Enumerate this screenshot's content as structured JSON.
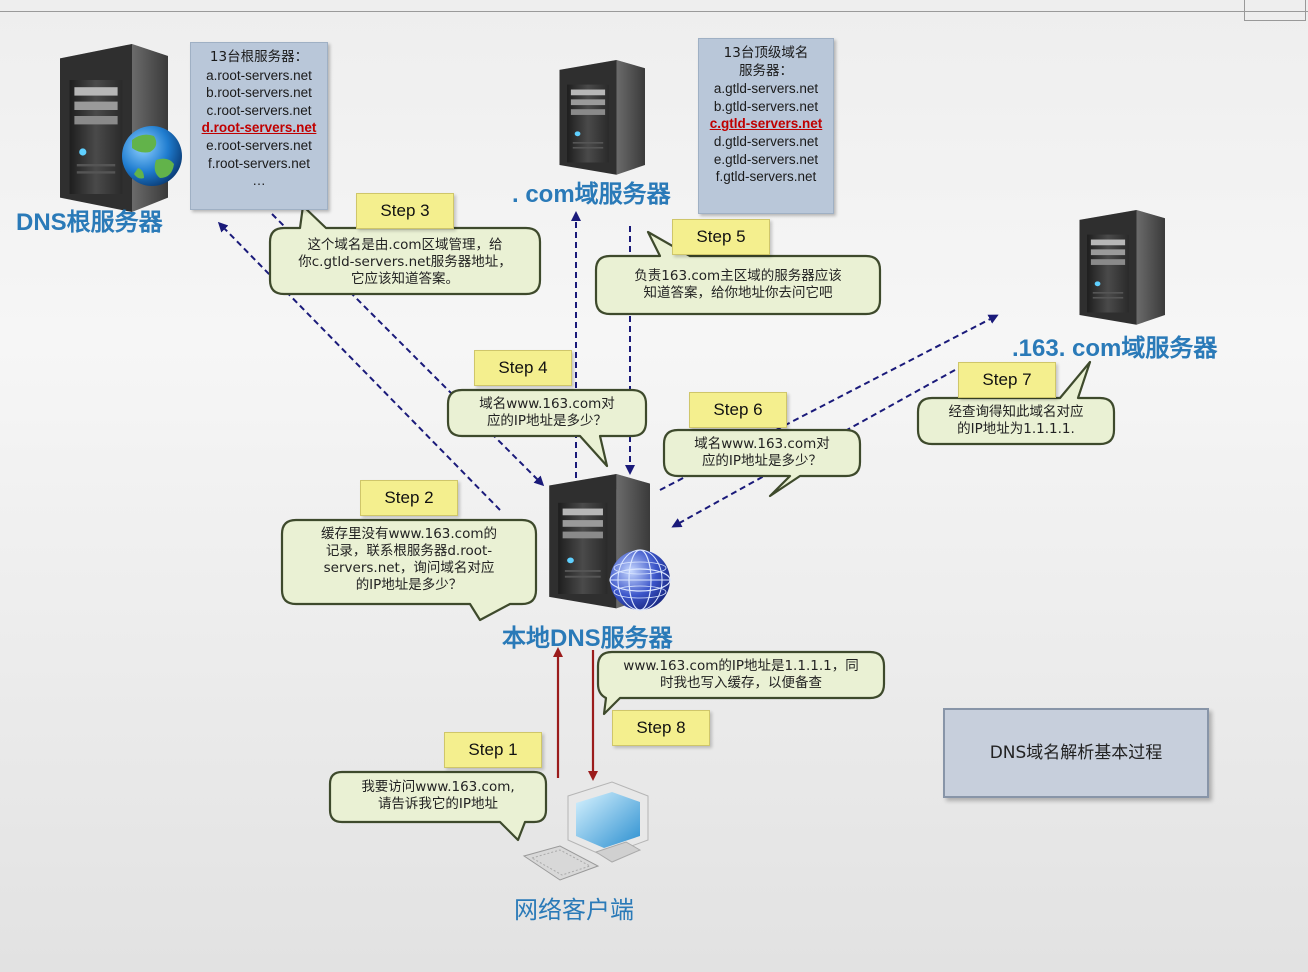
{
  "labels": {
    "root_server": "DNS根服务器",
    "com_server": ". com域服务器",
    "s163_server": ".163. com域服务器",
    "local_server": "本地DNS服务器",
    "client": "网络客户端"
  },
  "root_panel": {
    "title": "13台根服务器：",
    "items": [
      "a.root-servers.net",
      "b.root-servers.net",
      "c.root-servers.net",
      "d.root-servers.net",
      "e.root-servers.net",
      "f.root-servers.net",
      "…"
    ],
    "highlight_index": 3
  },
  "tld_panel": {
    "title_line1": "13台顶级域名",
    "title_line2": "服务器：",
    "items": [
      "a.gtld-servers.net",
      "b.gtld-servers.net",
      "c.gtld-servers.net",
      "d.gtld-servers.net",
      "e.gtld-servers.net",
      "f.gtld-servers.net"
    ],
    "highlight_index": 2
  },
  "steps": {
    "s1": {
      "label": "Step 1",
      "text": [
        "我要访问www.163.com,",
        "请告诉我它的IP地址"
      ]
    },
    "s2": {
      "label": "Step 2",
      "text": [
        "缓存里没有www.163.com的",
        "记录，联系根服务器d.root-",
        "servers.net，询问域名对应",
        "的IP地址是多少？"
      ]
    },
    "s3": {
      "label": "Step 3",
      "text": [
        "这个域名是由.com区域管理，给",
        "你c.gtld-servers.net服务器地址，",
        "它应该知道答案。"
      ]
    },
    "s4": {
      "label": "Step 4",
      "text": [
        "域名www.163.com对",
        "应的IP地址是多少？"
      ]
    },
    "s5": {
      "label": "Step 5",
      "text": [
        "负责163.com主区域的服务器应该",
        "知道答案，给你地址你去问它吧"
      ]
    },
    "s6": {
      "label": "Step 6",
      "text": [
        "域名www.163.com对",
        "应的IP地址是多少？"
      ]
    },
    "s7": {
      "label": "Step 7",
      "text": [
        "经查询得知此域名对应",
        "的IP地址为1.1.1.1."
      ]
    },
    "s8": {
      "label": "Step 8",
      "text": [
        "www.163.com的IP地址是1.1.1.1，同",
        "时我也写入缓存，以便备查"
      ]
    }
  },
  "title_box": "DNS域名解析基本过程",
  "colors": {
    "label_blue": "#2a7ab8",
    "arrow_navy": "#1a1a7a",
    "arrow_red": "#9b1c1c",
    "bubble_fill": "#eaf1d4",
    "bubble_stroke": "#3e4a2c",
    "step_fill": "#f4ef8e",
    "panel_fill": "#b9c7d9",
    "highlight_red": "#c00000"
  },
  "icons": [
    "server-tower-icon",
    "globe-icon",
    "desktop-computer-icon",
    "keyboard-icon"
  ]
}
